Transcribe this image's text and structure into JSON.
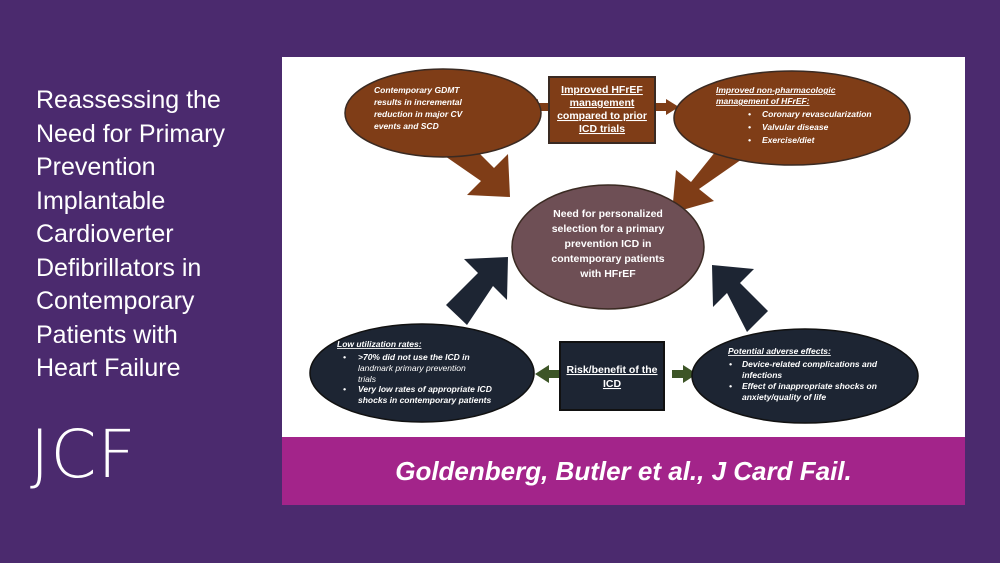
{
  "slide": {
    "title_lines": [
      "Reassessing the",
      "Need for Primary",
      "Prevention",
      "Implantable",
      "Cardioverter",
      "Defibrillators in",
      "Contemporary",
      "Patients with",
      "Heart Failure"
    ],
    "journal_logo": "JCF",
    "citation": "Goldenberg, Butler et al., J Card Fail."
  },
  "diagram": {
    "colors": {
      "brown": "#7f3d17",
      "navy": "#1d2533",
      "mauve": "#6e4f55",
      "green_arrow": "#3d5527",
      "box_border": "#3a2a22"
    },
    "center": {
      "lines": [
        "Need for personalized",
        "selection for a primary",
        "prevention ICD in",
        "contemporary patients",
        "with HFrEF"
      ]
    },
    "top_left": {
      "lines": [
        "Contemporary GDMT",
        "results in incremental",
        "reduction in major CV",
        "events and SCD"
      ]
    },
    "top_box": {
      "lines": [
        "Improved HFrEF",
        "management",
        "compared to prior",
        "ICD trials"
      ]
    },
    "top_right": {
      "heading": "Improved non-pharmacologic",
      "heading2": "management of HFrEF:",
      "bullets": [
        "Coronary revascularization",
        "Valvular disease",
        "Exercise/diet"
      ]
    },
    "bottom_left": {
      "heading": "Low utilization rates:",
      "bullets": [
        [
          ">70% did not use the ICD in",
          "landmark primary prevention",
          "trials"
        ],
        [
          "Very low rates of appropriate ICD",
          "shocks in contemporary patients"
        ]
      ]
    },
    "bottom_box": {
      "lines": [
        "Risk/benefit of the",
        "ICD"
      ]
    },
    "bottom_right": {
      "heading": "Potential adverse effects:",
      "bullets": [
        [
          "Device-related complications and",
          "infections"
        ],
        [
          "Effect of inappropriate shocks on",
          "anxiety/quality of life"
        ]
      ]
    }
  }
}
